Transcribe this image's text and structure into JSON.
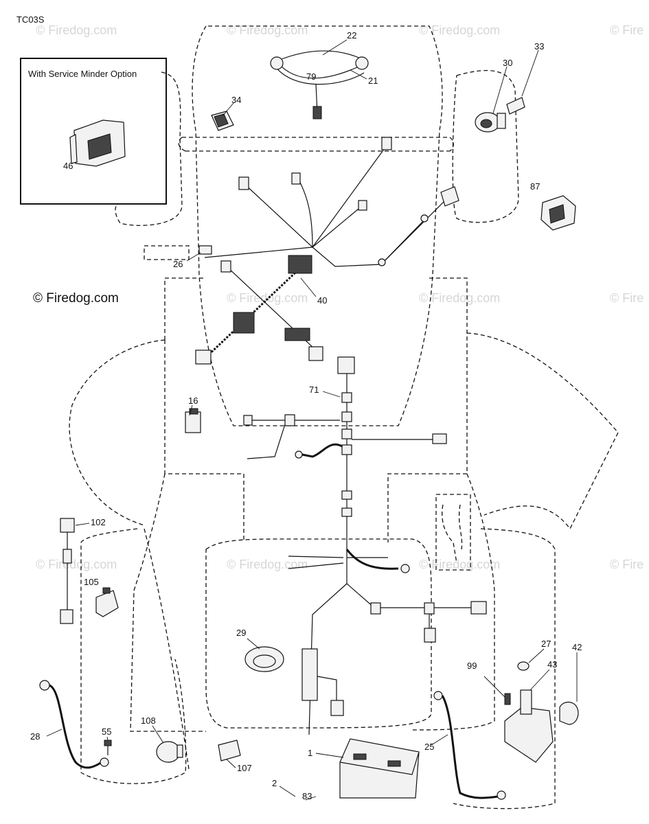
{
  "diagram": {
    "code": "TC03S",
    "inset_title": "With Service Minder Option",
    "watermark_main": "© Firedog.com",
    "watermark_faint": "© Firedog.com",
    "watermark_edge": "© Fire",
    "callouts": {
      "c1": "1",
      "c2": "2",
      "c16": "16",
      "c21": "21",
      "c22": "22",
      "c25": "25",
      "c26": "26",
      "c27": "27",
      "c28": "28",
      "c29": "29",
      "c30": "30",
      "c33": "33",
      "c34": "34",
      "c40": "40",
      "c42": "42",
      "c43": "43",
      "c46": "46",
      "c55": "55",
      "c71": "71",
      "c79": "79",
      "c83": "83",
      "c87": "87",
      "c99": "99",
      "c102": "102",
      "c105": "105",
      "c107": "107",
      "c108": "108"
    }
  }
}
